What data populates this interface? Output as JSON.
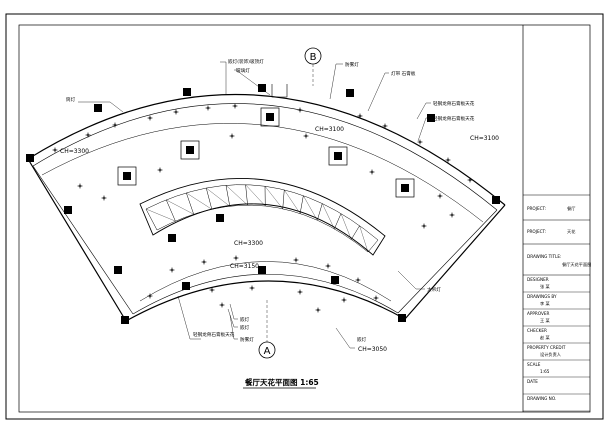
{
  "drawing": {
    "title": "餐厅天花平面图 1:65",
    "grid_marks": {
      "top": "B",
      "bottom": "A"
    },
    "ceiling_heights": [
      "CH=3300",
      "CH=3100",
      "CH=3100",
      "CH=3300",
      "CH=3150",
      "CH=3050"
    ],
    "callouts": {
      "c1": "筒灯",
      "c2": "嵌灯(装饰)吸顶灯",
      "c3": "玻璃灯",
      "c4": "防雾灯",
      "c5": "灯带 石膏板",
      "c6": "轻钢龙骨石膏板天花",
      "c7": "轻钢龙骨石膏板天花",
      "c8": "嵌灯",
      "c9": "嵌灯",
      "c10": "防雾灯",
      "c11": "大吊灯",
      "c12": "轻钢龙骨石膏板天花",
      "c13": "嵌灯"
    }
  },
  "title_block": {
    "project_label": "PROJECT:",
    "project_value": "餐厅",
    "project2_label": "PROJECT:",
    "project2_value": "天花",
    "drawing_title_label": "DRAWING TITLE:",
    "drawing_title_value": "餐厅天花平面图",
    "rows": [
      {
        "label": "DESIGNER",
        "value": "张 某"
      },
      {
        "label": "DRAWINGS BY",
        "value": "李 某"
      },
      {
        "label": "APPROVER",
        "value": "王 某"
      },
      {
        "label": "CHECKER",
        "value": "赵 某"
      },
      {
        "label": "PROPERTY CREDIT",
        "value": "设计负责人"
      },
      {
        "label": "SCALE",
        "value": "1:65"
      },
      {
        "label": "DATE",
        "value": ""
      },
      {
        "label": "DRAWING NO.",
        "value": ""
      }
    ]
  }
}
